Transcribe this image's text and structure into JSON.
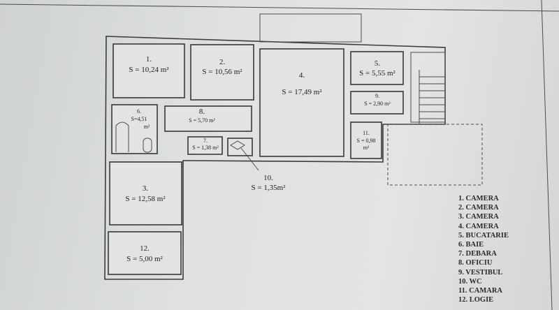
{
  "rooms": [
    {
      "num": "1.",
      "area": "S = 10,24 m²"
    },
    {
      "num": "2.",
      "area": "S = 10,56 m²"
    },
    {
      "num": "3.",
      "area": "S = 12,58 m²"
    },
    {
      "num": "4.",
      "area": "S = 17,49 m²"
    },
    {
      "num": "5.",
      "area": "S = 5,55 m²"
    },
    {
      "num": "6.",
      "area": "S=4,51",
      "area2": "m²"
    },
    {
      "num": "7.",
      "area": "S = 1,38 m²"
    },
    {
      "num": "8.",
      "area": "S = 5,70 m²"
    },
    {
      "num": "9.",
      "area": "S = 2,90 m²"
    },
    {
      "num": "10.",
      "area": "S = 1,35m²"
    },
    {
      "num": "11.",
      "area": "S = 0,98",
      "area2": "m²"
    },
    {
      "num": "12.",
      "area": "S = 5,00 m²"
    }
  ],
  "legend": [
    "1. CAMERA",
    "2. CAMERA",
    "3. CAMERA",
    "4. CAMERA",
    "5. BUCATARIE",
    "6. BAIE",
    "7. DEBARA",
    "8. OFICIU",
    "9. VESTIBUL",
    "10. WC",
    "11. CAMARA",
    "12. LOGIE"
  ]
}
